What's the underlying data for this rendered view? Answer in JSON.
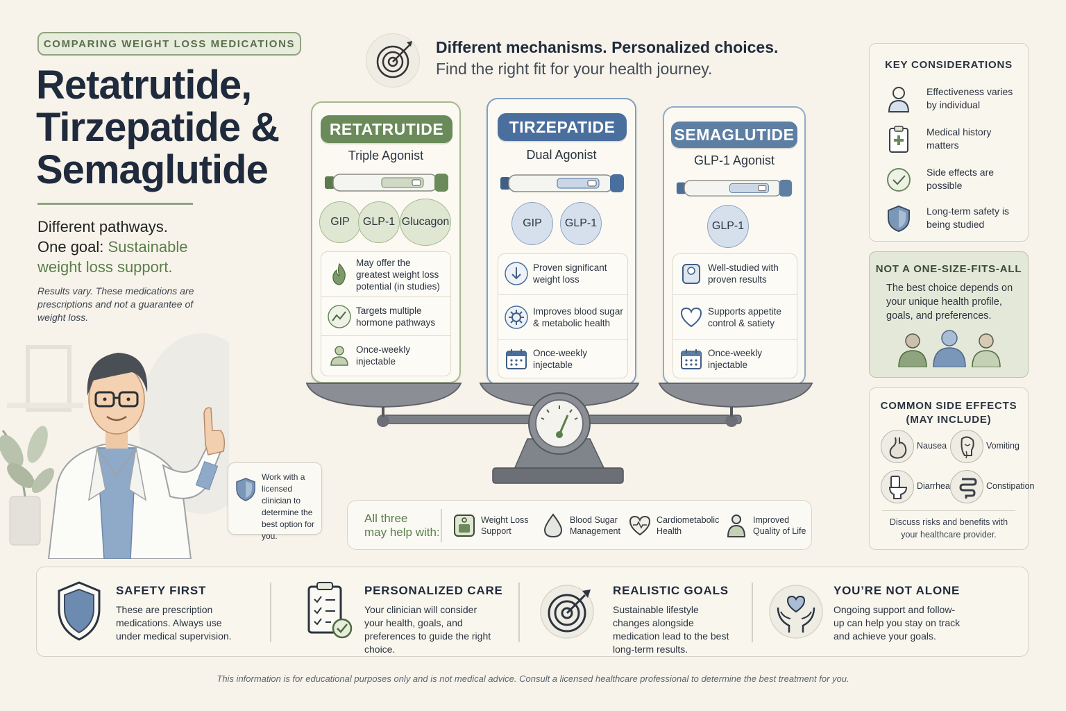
{
  "left": {
    "eyebrow": "COMPARING WEIGHT LOSS MEDICATIONS",
    "title_line1": "Retatrutide,",
    "title_line2": "Tirzepatide &",
    "title_line3": "Semaglutide",
    "pathways_line1": "Different pathways.",
    "pathways_goal_prefix": "One goal: ",
    "pathways_goal_green": "Sustainable",
    "pathways_line3": "weight loss support.",
    "disclaimer": "Results vary. These medications are prescriptions and not a guarantee of weight loss.",
    "callout": "Work with a licensed clinician to determine the best option for you."
  },
  "header": {
    "line1": "Different mechanisms. Personalized choices.",
    "line2": "Find the right fit for your health journey."
  },
  "drugs": [
    {
      "name": "RETATRUTIDE",
      "subtitle": "Triple Agonist",
      "color": "#6a8a5a",
      "receptors": [
        "GIP",
        "GLP-1",
        "Glucagon"
      ],
      "features": [
        {
          "icon": "flame-icon",
          "text": "May offer the greatest weight loss potential (in studies)"
        },
        {
          "icon": "trend-line-icon",
          "text": "Targets multiple hormone pathways"
        },
        {
          "icon": "person-icon",
          "text": "Once-weekly injectable"
        }
      ]
    },
    {
      "name": "TIRZEPATIDE",
      "subtitle": "Dual Agonist",
      "color": "#4a6f9e",
      "receptors": [
        "GIP",
        "GLP-1"
      ],
      "features": [
        {
          "icon": "arrow-down-icon",
          "text": "Proven significant weight loss"
        },
        {
          "icon": "virus-icon",
          "text": "Improves blood sugar & metabolic health"
        },
        {
          "icon": "calendar-icon",
          "text": "Once-weekly injectable"
        }
      ]
    },
    {
      "name": "SEMAGLUTIDE",
      "subtitle": "GLP-1 Agonist",
      "color": "#5d7fa3",
      "receptors": [
        "GLP-1"
      ],
      "features": [
        {
          "icon": "scale-icon",
          "text": "Well-studied with proven results"
        },
        {
          "icon": "heart-icon",
          "text": "Supports appetite control & satiety"
        },
        {
          "icon": "calendar-icon",
          "text": "Once-weekly injectable"
        }
      ]
    }
  ],
  "all_three": {
    "label_line1": "All three",
    "label_line2": "may help with:",
    "benefits": [
      {
        "icon": "scale-icon",
        "text": "Weight Loss Support"
      },
      {
        "icon": "droplet-icon",
        "text": "Blood Sugar Management"
      },
      {
        "icon": "heart-icon",
        "text": "Cardiometabolic Health"
      },
      {
        "icon": "person-icon",
        "text": "Improved Quality of Life"
      }
    ]
  },
  "key_considerations": {
    "title": "KEY CONSIDERATIONS",
    "items": [
      {
        "icon": "person-icon",
        "text": "Effectiveness varies by individual"
      },
      {
        "icon": "medical-clipboard-icon",
        "text": "Medical history matters"
      },
      {
        "icon": "check-circle-icon",
        "text": "Side effects are possible"
      },
      {
        "icon": "shield-icon",
        "text": "Long-term safety is being studied"
      }
    ]
  },
  "not_one_size": {
    "title": "NOT A ONE-SIZE-FITS-ALL",
    "text": "The best choice depends on your unique health profile, goals, and preferences."
  },
  "side_effects": {
    "title_line1": "COMMON SIDE EFFECTS",
    "title_line2": "(MAY INCLUDE)",
    "items": [
      {
        "icon": "stomach-icon",
        "text": "Nausea"
      },
      {
        "icon": "vomiting-face-icon",
        "text": "Vomiting"
      },
      {
        "icon": "toilet-icon",
        "text": "Diarrhea"
      },
      {
        "icon": "intestine-icon",
        "text": "Constipation"
      }
    ],
    "footer": "Discuss risks and benefits with your healthcare provider."
  },
  "bottom": [
    {
      "icon": "shield-icon",
      "title": "SAFETY FIRST",
      "text": "These are prescription medications. Always use under medical supervision."
    },
    {
      "icon": "checklist-icon",
      "title": "PERSONALIZED CARE",
      "text": "Your clinician will consider your health, goals, and preferences to guide the right choice."
    },
    {
      "icon": "target-icon",
      "title": "REALISTIC GOALS",
      "text": "Sustainable lifestyle changes alongside medication lead to the best long-term results."
    },
    {
      "icon": "hands-heart-icon",
      "title": "YOU’RE NOT ALONE",
      "text": "Ongoing support and follow-up can help you stay on track and achieve your goals."
    }
  ],
  "footnote": "This information is for educational purposes only and is not medical advice. Consult a licensed healthcare professional to determine the best treatment for you."
}
